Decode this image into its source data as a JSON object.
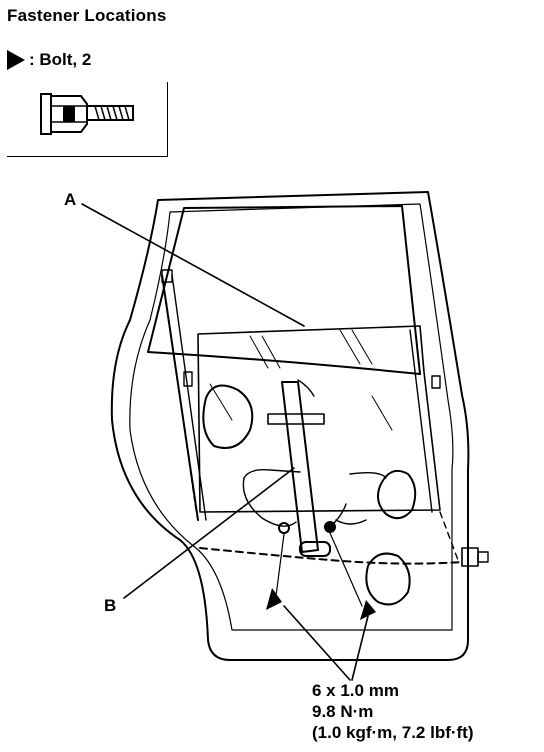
{
  "title": "Fastener Locations",
  "legend": {
    "symbol": "triangle-marker-icon",
    "text": ": Bolt, 2"
  },
  "callouts": {
    "a": "A",
    "b": "B"
  },
  "spec": {
    "size": "6 x 1.0 mm",
    "torque_nm": "9.8 N·m",
    "torque_alt": "(1.0 kgf·m, 7.2 lbf·ft)"
  }
}
